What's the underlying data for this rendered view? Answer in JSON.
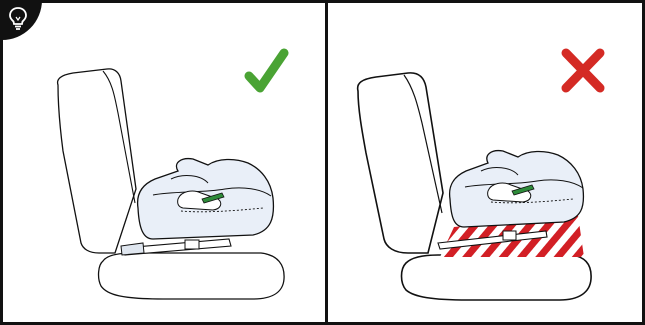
{
  "colors": {
    "border": "#111111",
    "seat_fill": "#e9eff8",
    "correct_mark": "#4aa334",
    "wrong_mark": "#d42a24",
    "stripe_red": "#d21f25",
    "lever_green": "#2e8b3a"
  },
  "icons": {
    "tip": "lightbulb-icon",
    "correct": "checkmark-icon",
    "incorrect": "cross-icon"
  },
  "panels": [
    {
      "id": "correct",
      "status": "correct"
    },
    {
      "id": "incorrect",
      "status": "incorrect"
    }
  ]
}
